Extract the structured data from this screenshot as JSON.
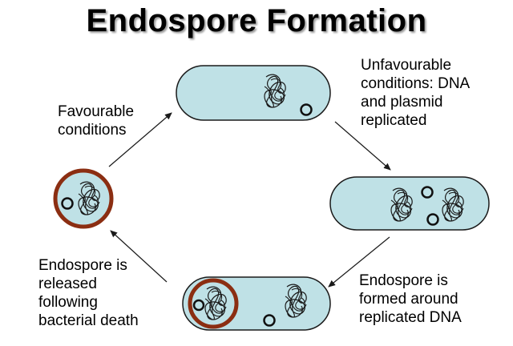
{
  "title": "Endospore Formation",
  "labels": {
    "favourable": [
      "Favourable",
      "conditions"
    ],
    "unfavourable": [
      "Unfavourable",
      "conditions: DNA",
      "and plasmid",
      "replicated"
    ],
    "formed": [
      "Endospore is",
      "formed around",
      "replicated DNA"
    ],
    "released": [
      "Endospore is",
      "released",
      "following",
      "bacterial death"
    ]
  },
  "colors": {
    "cell_fill": "#bfe1e6",
    "outline": "#1a1a1a",
    "spore_coat": "#8b2e12",
    "arrow": "#1a1a1a"
  }
}
